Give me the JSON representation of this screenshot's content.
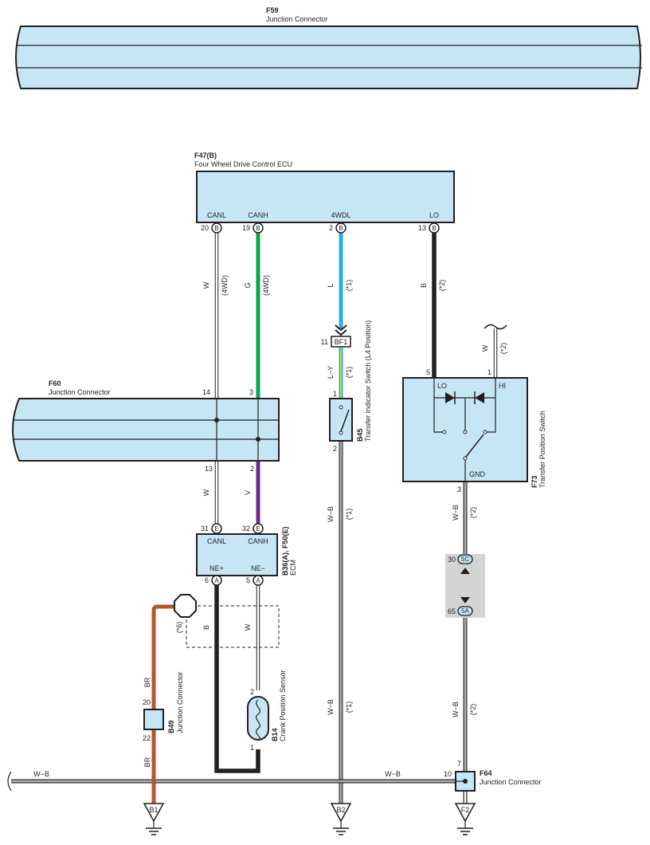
{
  "connectors": {
    "f59": {
      "id": "F59",
      "name": "Junction Connector"
    },
    "f47": {
      "id": "F47(B)",
      "name": "Four Wheel Drive Control ECU",
      "terminals": {
        "canl": "CANL",
        "canh": "CANH",
        "wdl": "4WDL",
        "lo": "LO"
      },
      "pins": {
        "canl": "20",
        "canh": "19",
        "wdl": "2",
        "lo": "13"
      },
      "letter": "B"
    },
    "f60": {
      "id": "F60",
      "name": "Junction Connector",
      "pins": {
        "top_canl": "14",
        "top_canh": "3",
        "bot_canl": "13",
        "bot_canh": "2"
      }
    },
    "ecm": {
      "id": "B36(A), F50(E)",
      "name": "ECM",
      "terminals": {
        "canl": "CANL",
        "canh": "CANH",
        "nep": "NE+",
        "nem": "NE−"
      },
      "pins": {
        "canl": "31",
        "canh": "32",
        "nep": "6",
        "nem": "5"
      },
      "letters": {
        "top": "E",
        "bottom": "A"
      }
    },
    "bf1": {
      "id": "BF1",
      "pin": "11"
    },
    "b45": {
      "id": "B45",
      "name": "Transfer Indicator Switch (L4 Position)",
      "pin_top": "1",
      "pin_bottom": "2"
    },
    "f73": {
      "id": "F73",
      "name": "Transfer Position Switch",
      "terminals": {
        "lo": "LO",
        "hi": "HI",
        "gnd": "GND"
      },
      "pins": {
        "lo": "5",
        "hi": "1",
        "gnd": "3"
      }
    },
    "j5": {
      "top_id": "5C",
      "top_pin": "30",
      "bottom_id": "5A",
      "bottom_pin": "65"
    },
    "b49": {
      "id": "B49",
      "name": "Junction Connector",
      "pin_top": "20",
      "pin_bottom": "22"
    },
    "b14": {
      "id": "B14",
      "name": "Crank Position Sensor",
      "pin_top": "2",
      "pin_bottom": "1"
    },
    "f64": {
      "id": "F64",
      "name": "Junction Connector",
      "pin_top": "7",
      "pin_left": "10"
    }
  },
  "wires": {
    "canl_top": {
      "color": "W",
      "note": "(4WD)"
    },
    "canh_top": {
      "color": "G",
      "note": "(4WD)"
    },
    "wdl": {
      "color": "L",
      "note": "(*1)"
    },
    "lo": {
      "color": "B",
      "note": "(*2)"
    },
    "hi": {
      "color": "W",
      "note": "(*2)"
    },
    "ly": {
      "color": "L−Y",
      "note": "(*1)"
    },
    "canl_bot": {
      "color": "W"
    },
    "canh_bot": {
      "color": "V"
    },
    "b45_gnd_upper": {
      "color": "W−B",
      "note": "(*1)"
    },
    "b45_gnd_lower": {
      "color": "W−B",
      "note": "(*1)"
    },
    "f73_gnd_upper": {
      "color": "W−B",
      "note": "(*2)"
    },
    "f73_gnd_lower": {
      "color": "W−B",
      "note": "(*2)"
    },
    "shield": {
      "color": "BR",
      "note": "(*6)"
    },
    "shield_lower": {
      "color": "BR"
    },
    "nep": {
      "color": "B"
    },
    "nem": {
      "color": "W"
    },
    "ground_left": {
      "color": "W−B"
    },
    "ground_right": {
      "color": "W−B"
    }
  },
  "grounds": {
    "b1": "B1",
    "b2": "B2",
    "f2": "F2"
  },
  "colors": {
    "panel": "#c7e6f5",
    "green": "#00a651",
    "blue": "#29abe2",
    "purple": "#6a2c91",
    "brown": "#b5562b",
    "black": "#231f20",
    "yellow": "#f2e500",
    "gray": "#d4d4d4"
  }
}
